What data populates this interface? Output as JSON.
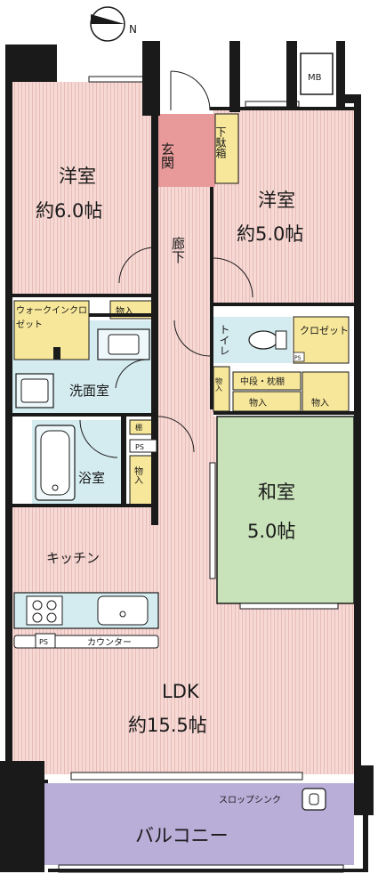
{
  "rooms": {
    "western1": {
      "name": "洋室",
      "size": "約6.0帖"
    },
    "western2": {
      "name": "洋室",
      "size": "約5.0帖"
    },
    "japanese": {
      "name": "和室",
      "size": "5.0帖"
    },
    "ldk": {
      "name": "LDK",
      "size": "約15.5帖"
    },
    "kitchen": "キッチン",
    "washroom": "洗面室",
    "bathroom": "浴室",
    "toilet": "トイレ",
    "entrance": "玄関",
    "shoe_box": "下駄箱",
    "hallway": "廊下",
    "balcony": "バルコニー"
  },
  "storage": {
    "walk_in_closet": "ウォークインクロゼット",
    "closet": "クロゼット",
    "monoire": "物入",
    "shelf": "棚",
    "mid_shelf": "中段・枕棚",
    "ps": "PS",
    "mb": "MB",
    "counter": "カウンター",
    "slop_sink": "スロップシンク"
  },
  "compass": "N",
  "colors": {
    "wall": "#1a1a1a",
    "floor_wood": "#f6d9d5",
    "floor_wood_line": "#e6b8b2",
    "storage": "#f7e79a",
    "entrance": "#e89a9a",
    "water": "#d4ecf0",
    "tatami": "#c8e2b9",
    "balcony": "#b8aed8"
  }
}
